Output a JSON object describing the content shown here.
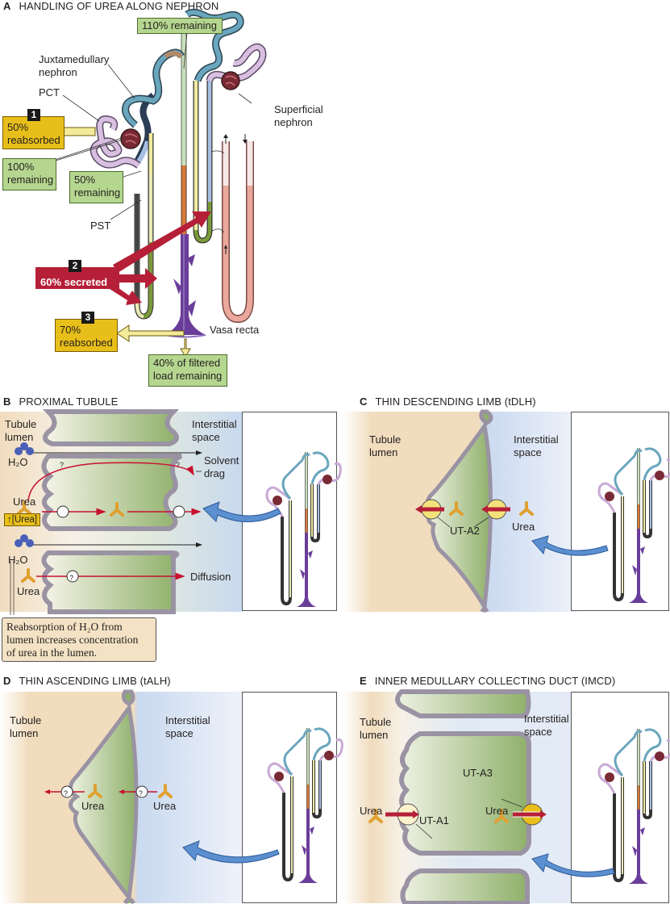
{
  "figure": {
    "panel_a": {
      "letter": "A",
      "title": "HANDLING OF UREA ALONG NEPHRON",
      "labels": {
        "juxtamedullary": [
          "Juxtamedullary",
          "nephron"
        ],
        "pct": "PCT",
        "pst": "PST",
        "superficial": [
          "Superficial",
          "nephron"
        ],
        "vasa_recta": "Vasa recta"
      },
      "boxes": {
        "remaining_110": "110% remaining",
        "remaining_100": [
          "100%",
          "remaining"
        ],
        "remaining_50": [
          "50%",
          "remaining"
        ],
        "remaining_40": [
          "40% of filtered",
          "load remaining"
        ]
      },
      "steps": [
        {
          "number": "1",
          "text": [
            "50%",
            "reabsorbed"
          ]
        },
        {
          "number": "2",
          "text": [
            "60% secreted"
          ]
        },
        {
          "number": "3",
          "text": [
            "70%",
            "reabsorbed"
          ]
        }
      ]
    },
    "panel_b": {
      "letter": "B",
      "title": "PROXIMAL TUBULE",
      "tubule_lumen": [
        "Tubule",
        "lumen"
      ],
      "interstitial": [
        "Interstitial",
        "space"
      ],
      "h2o": "H₂O",
      "urea": "Urea",
      "solvent_drag": [
        "Solvent",
        "drag"
      ],
      "diffusion": "Diffusion",
      "urea_conc": "↑[Urea]",
      "question": "?",
      "note": [
        "Reabsorption of H₂O from",
        "lumen increases concentration",
        "of urea in the lumen."
      ]
    },
    "panel_c": {
      "letter": "C",
      "title": "THIN DESCENDING LIMB (tDLH)",
      "tubule_lumen": [
        "Tubule",
        "lumen"
      ],
      "interstitial": [
        "Interstitial",
        "space"
      ],
      "transporter": "UT-A2",
      "urea": "Urea"
    },
    "panel_d": {
      "letter": "D",
      "title": "THIN ASCENDING LIMB (tALH)",
      "tubule_lumen": [
        "Tubule",
        "lumen"
      ],
      "interstitial": [
        "Interstitial",
        "space"
      ],
      "urea": "Urea",
      "question": "?"
    },
    "panel_e": {
      "letter": "E",
      "title": "INNER MEDULLARY COLLECTING DUCT (IMCD)",
      "tubule_lumen": [
        "Tubule",
        "lumen"
      ],
      "interstitial": [
        "Interstitial",
        "space"
      ],
      "transporter_1": "UT-A1",
      "transporter_3": "UT-A3",
      "urea": "Urea"
    },
    "colors": {
      "green_box": "#b5d68f",
      "yellow_box": "#e8bf1a",
      "red_secreted": "#b51f37",
      "pct": "#c9a9d6",
      "loop_blue": "#5f9db5",
      "collecting_duct": "#6a3d9a",
      "vasa_recta": "#e8a49a",
      "cell_green": "#8fb06a",
      "lumen_tan": "#f1dcbd",
      "interstitium_blue": "#c9d9ef",
      "membrane_gray": "#9a93a3",
      "urea_orange": "#e0a030",
      "water_blue": "#4a60b8"
    }
  }
}
